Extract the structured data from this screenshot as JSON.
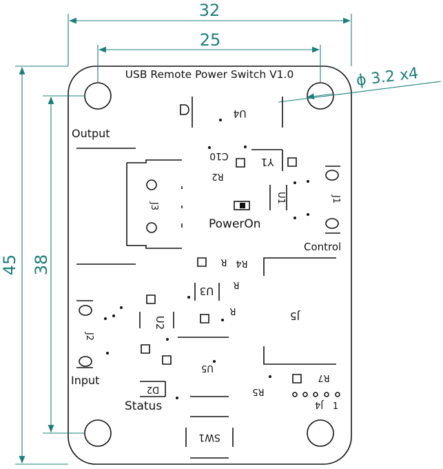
{
  "dimensions": {
    "width_outer": "32",
    "width_holes": "25",
    "height_outer": "45",
    "height_holes": "38",
    "hole": "ϕ 3.2  x4"
  },
  "board": {
    "title": "USB Remote Power Switch V1.0",
    "labels": {
      "output": "Output",
      "control": "Control",
      "input": "Input",
      "status": "Status",
      "poweron": "PowerOn"
    },
    "components": {
      "u4": "U4",
      "c10": "C10",
      "y1": "Y1",
      "r2": "R2",
      "j3": "J3",
      "u1": "U1",
      "j1": "J1",
      "r4": "R4",
      "u3": "U3",
      "j5": "J5",
      "u2": "U2",
      "j2": "J2",
      "u5": "U5",
      "d2": "D2",
      "r5": "R5",
      "r7": "R7",
      "j4": "J4",
      "j4_pin1": "1",
      "sw1": "SW1"
    }
  },
  "colors": {
    "dimension": "#1a7f7a",
    "outline": "#111111"
  }
}
